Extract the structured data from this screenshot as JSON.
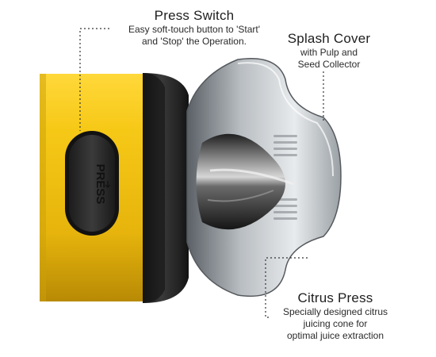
{
  "press_switch": {
    "title": "Press Switch",
    "desc_line1": "Easy soft-touch button to 'Start'",
    "desc_line2": "and 'Stop' the Operation."
  },
  "splash_cover": {
    "title": "Splash Cover",
    "desc_line1": "with Pulp and",
    "desc_line2": "Seed Collector"
  },
  "citrus_press": {
    "title": "Citrus Press",
    "desc_line1": "Specially designed citrus",
    "desc_line2": "juicing cone for",
    "desc_line3": "optimal juice extraction"
  },
  "button_text": "PRESS",
  "colors": {
    "body_yellow": "#f2c414",
    "dark_gray": "#2b2b2b",
    "cover_gray": "#8a8f94"
  }
}
